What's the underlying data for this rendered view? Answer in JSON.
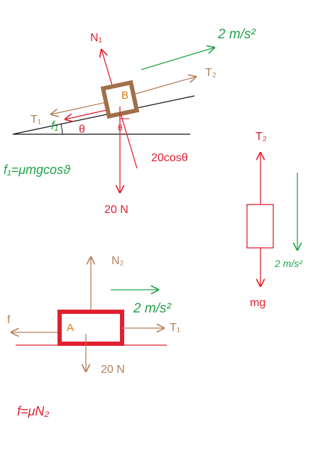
{
  "block_b": {
    "name": "B",
    "normal_label": "N₁",
    "tension_label": "T₂",
    "tension_back_label": "T₁",
    "friction_label": "f₁",
    "angle_label": "θ",
    "angle_label_small": "θ",
    "weight_label": "20 N",
    "component_label": "20cosθ",
    "accel_label": "2 m/s²",
    "friction_formula": "f₁=μmgcosϑ"
  },
  "hanging_mass": {
    "tension_label": "T₂",
    "weight_label": "mg",
    "accel_label": "2 m/s²"
  },
  "block_a": {
    "name": "A",
    "normal_label": "N₂",
    "tension_label": "T₁",
    "friction_label": "f",
    "weight_label": "20 N",
    "accel_label": "2 m/s²",
    "friction_formula": "f=μN₂"
  },
  "colors": {
    "red": "#e02030",
    "green": "#22a34a",
    "brown": "#b5805a",
    "block_b": "#a0704a",
    "black": "#111111",
    "orange": "#e07a10"
  }
}
